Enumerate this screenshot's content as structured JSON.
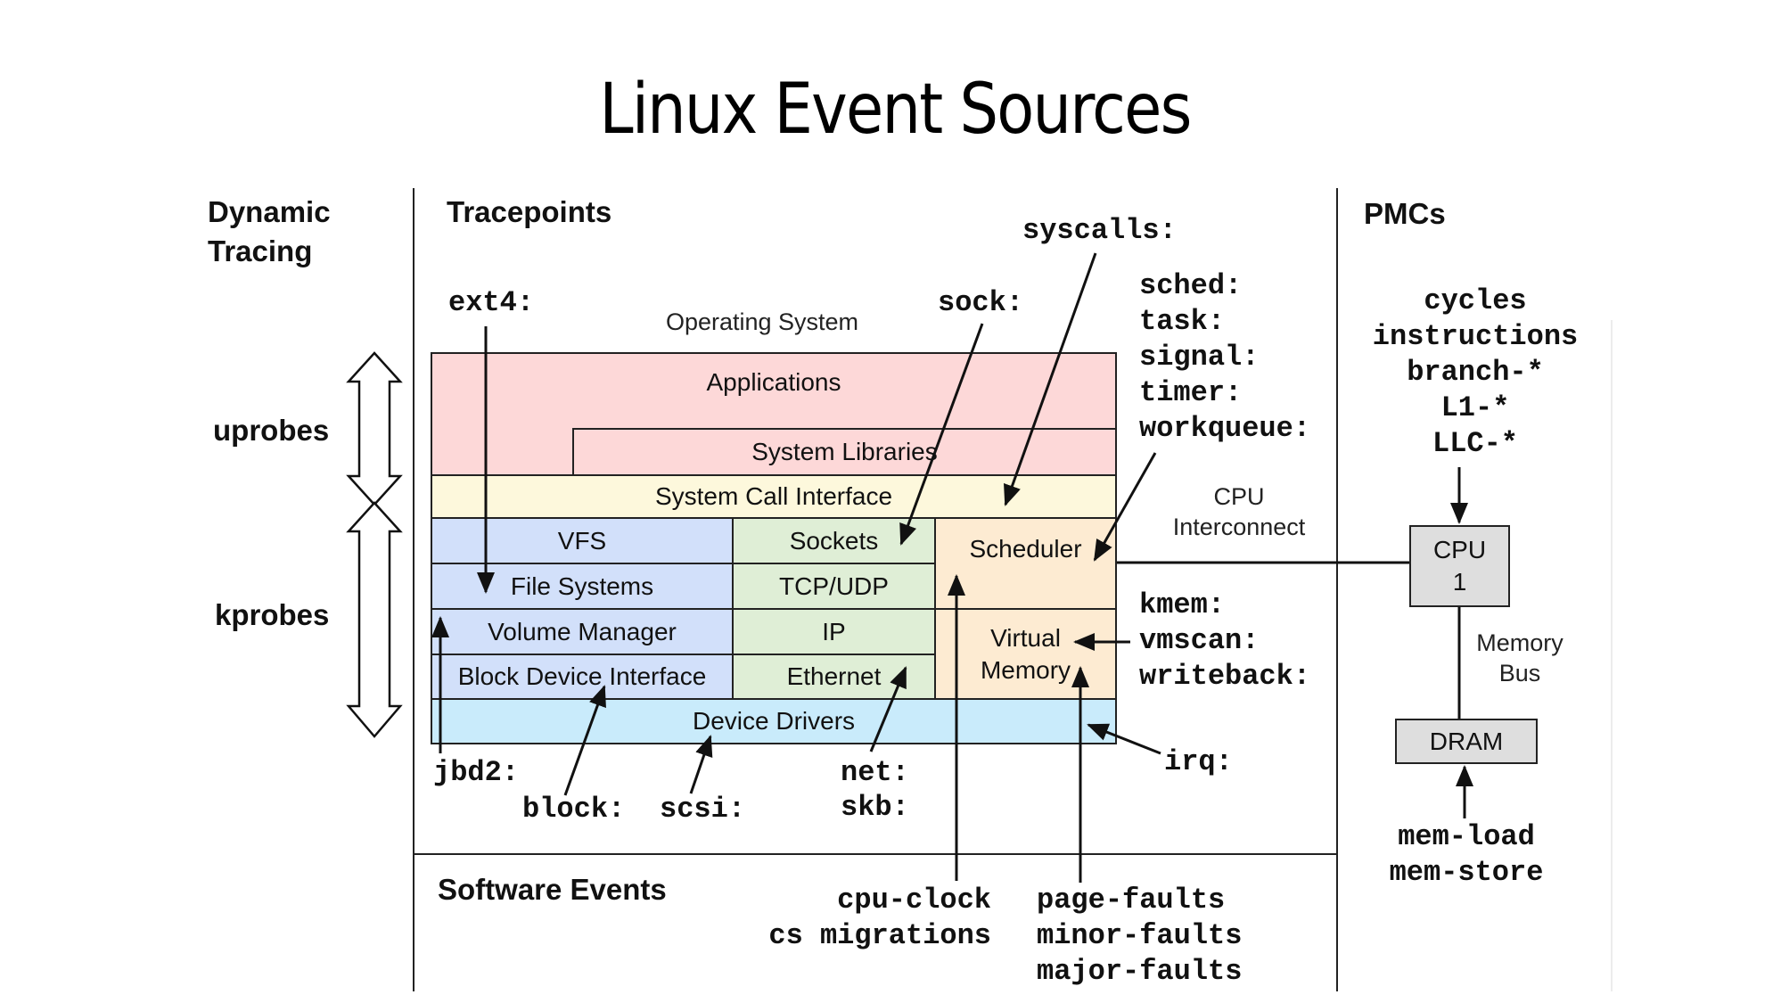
{
  "title": "Linux Event Sources",
  "columns": {
    "dynamic_tracing": "Dynamic\nTracing",
    "dynamic_tracing_line1": "Dynamic",
    "dynamic_tracing_line2": "Tracing",
    "tracepoints": "Tracepoints",
    "pmcs": "PMCs",
    "software_events": "Software Events"
  },
  "probes": {
    "uprobes": "uprobes",
    "kprobes": "kprobes"
  },
  "os": {
    "label": "Operating System",
    "applications": "Applications",
    "system_libraries": "System Libraries",
    "system_call_interface": "System Call Interface",
    "vfs": "VFS",
    "file_systems": "File Systems",
    "volume_manager": "Volume Manager",
    "block_device_interface": "Block Device Interface",
    "sockets": "Sockets",
    "tcp_udp": "TCP/UDP",
    "ip": "IP",
    "ethernet": "Ethernet",
    "scheduler": "Scheduler",
    "virtual_memory_line1": "Virtual",
    "virtual_memory_line2": "Memory",
    "device_drivers": "Device Drivers"
  },
  "hardware": {
    "cpu_interconnect_line1": "CPU",
    "cpu_interconnect_line2": "Interconnect",
    "cpu_line1": "CPU",
    "cpu_line2": "1",
    "memory_bus_line1": "Memory",
    "memory_bus_line2": "Bus",
    "dram": "DRAM"
  },
  "tracepoints": {
    "ext4": "ext4:",
    "sock": "sock:",
    "syscalls": "syscalls:",
    "sched_group": [
      "sched:",
      "task:",
      "signal:",
      "timer:",
      "workqueue:"
    ],
    "mem_group": [
      "kmem:",
      "vmscan:",
      "writeback:"
    ],
    "irq": "irq:",
    "jbd2": "jbd2:",
    "block": "block:",
    "scsi": "scsi:",
    "net": "net:",
    "skb": "skb:"
  },
  "pmc_events": [
    "cycles",
    "instructions",
    "branch-*",
    "L1-*",
    "LLC-*"
  ],
  "mem_events": [
    "mem-load",
    "mem-store"
  ],
  "software_events": {
    "cpu_group": [
      "cpu-clock",
      "cs migrations"
    ],
    "fault_group": [
      "page-faults",
      "minor-faults",
      "major-faults"
    ]
  },
  "colors": {
    "applications": "#fdd8d8",
    "syscall": "#fdf8dc",
    "storage": "#d2e0fa",
    "network": "#dfeed6",
    "kernel_core": "#fdebd2",
    "drivers": "#c9ebfb",
    "hw_box": "#dedede"
  }
}
